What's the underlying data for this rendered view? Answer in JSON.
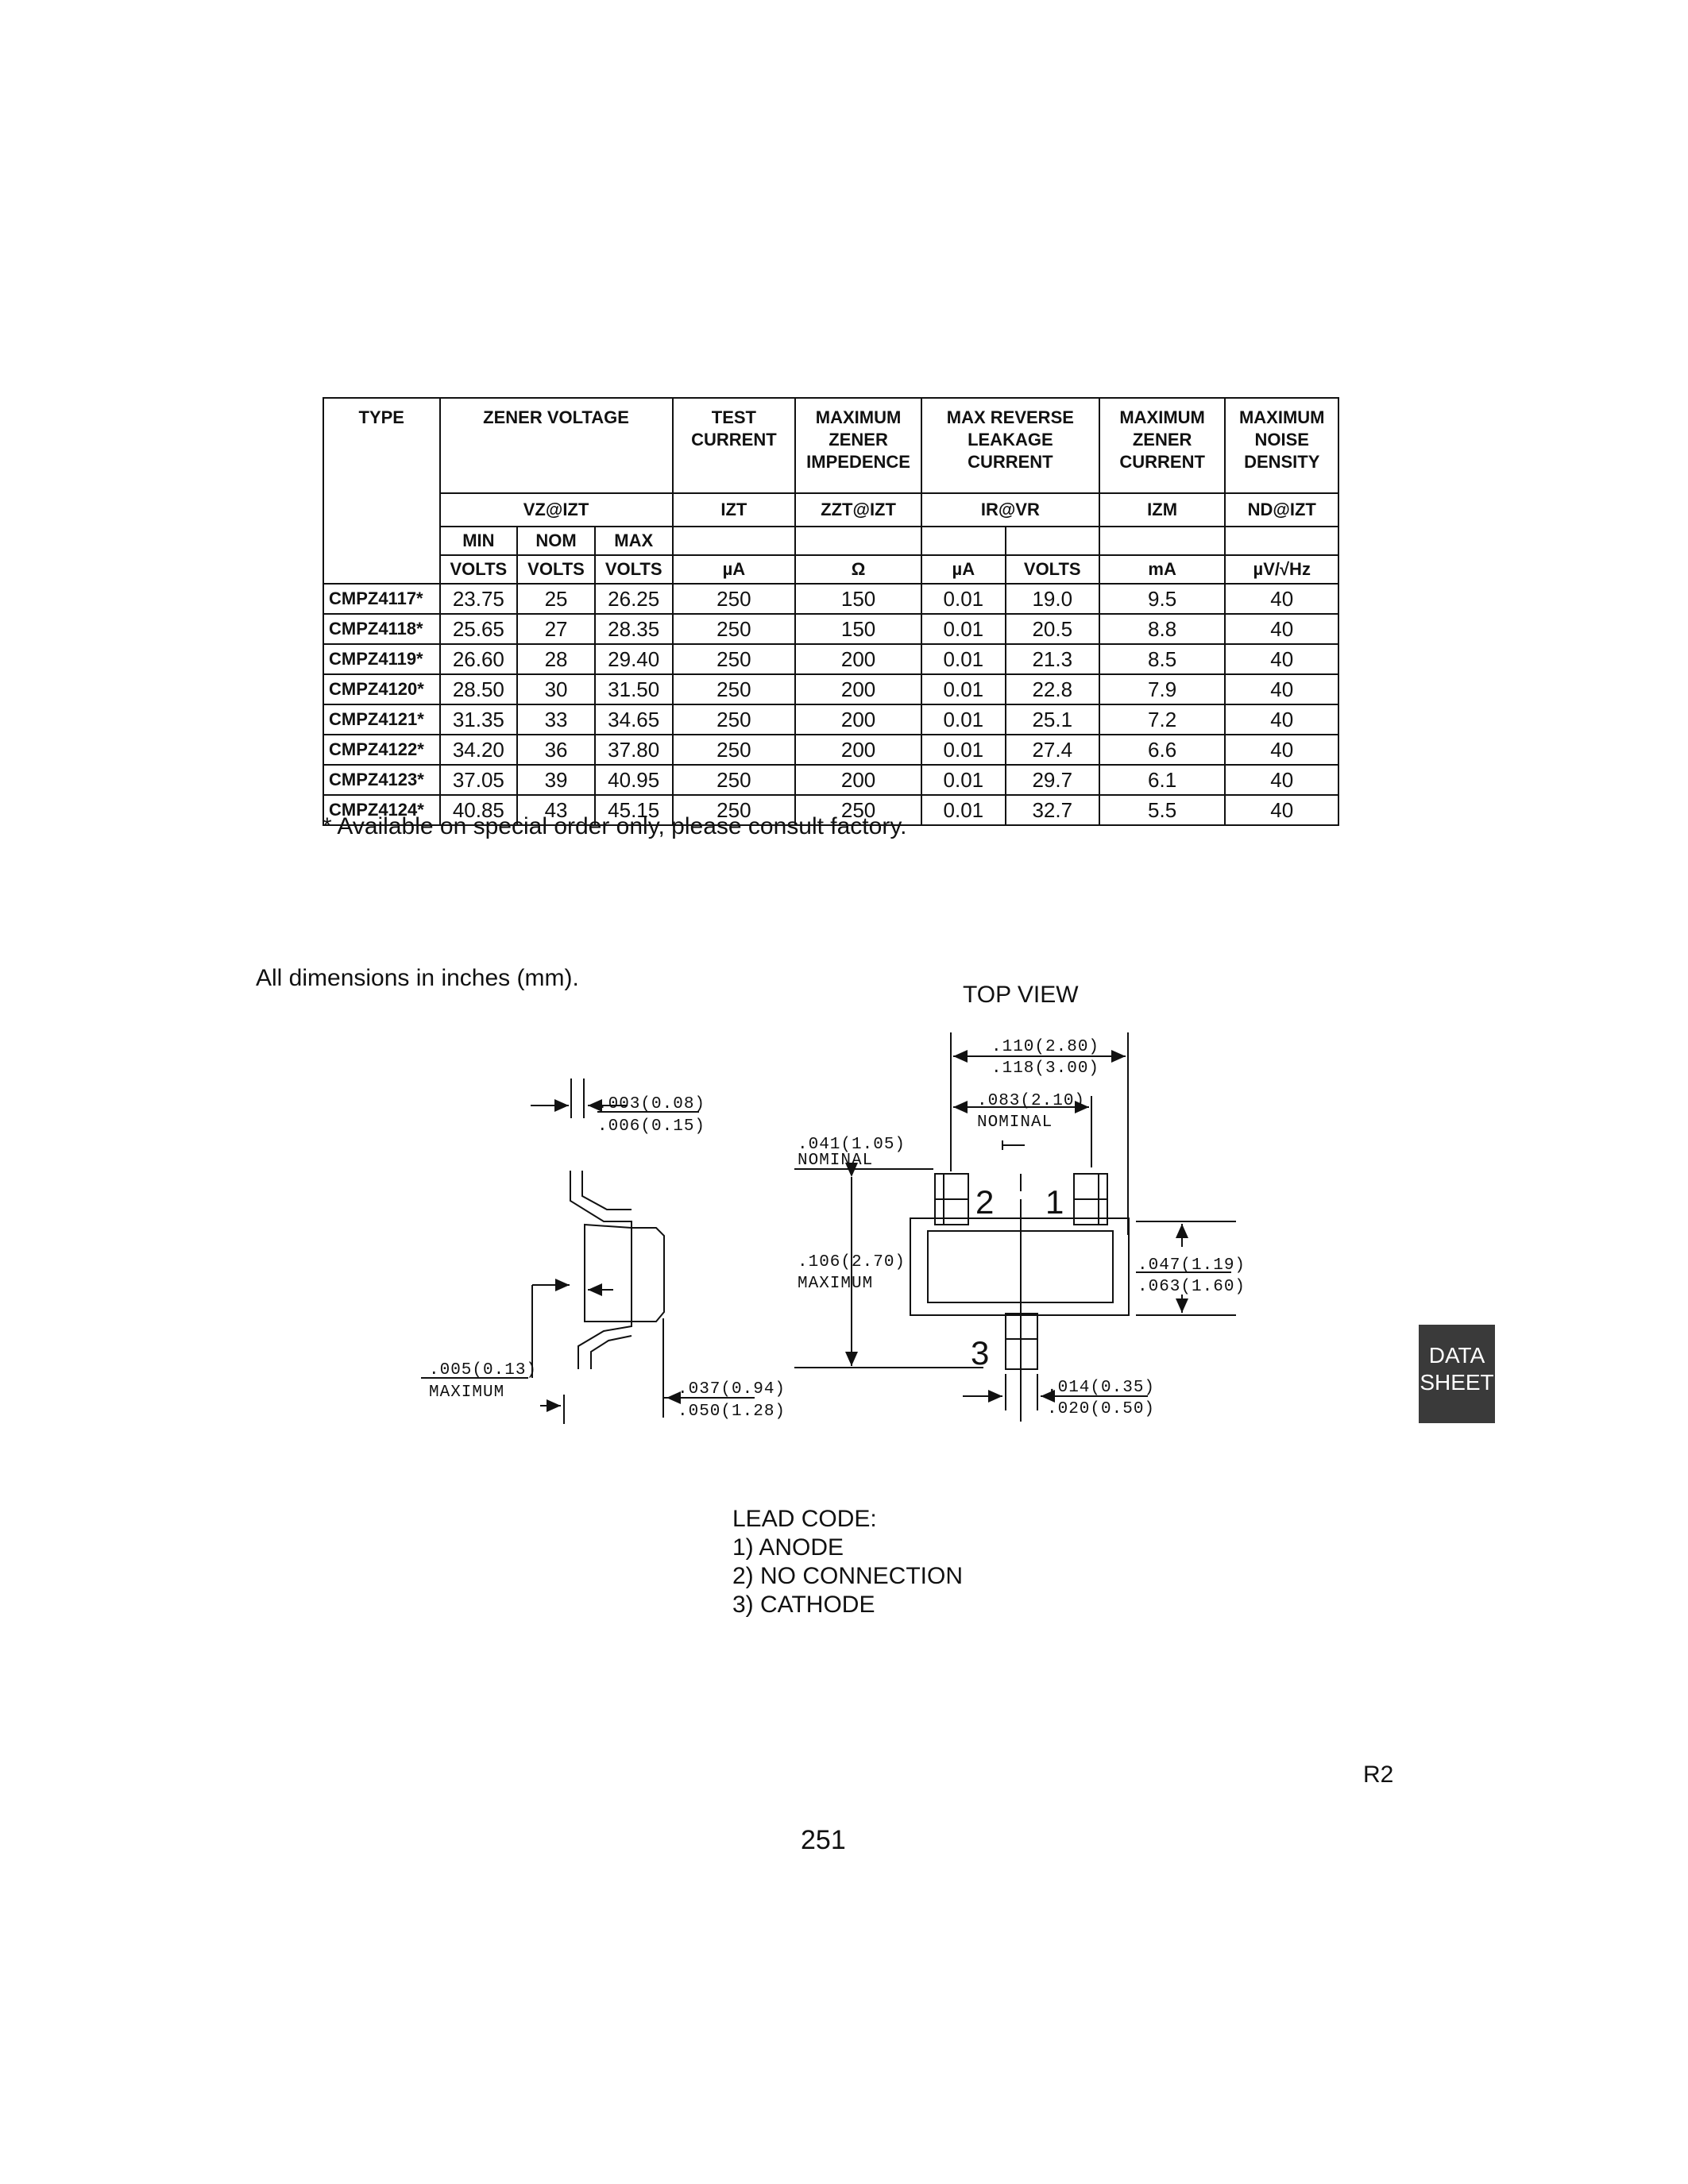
{
  "table": {
    "headers": {
      "type": "TYPE",
      "zener_voltage": "ZENER VOLTAGE",
      "test_current": "TEST CURRENT",
      "max_zener_impedance": "MAXIMUM ZENER IMPEDENCE",
      "max_reverse_leakage": "MAX REVERSE LEAKAGE CURRENT",
      "max_zener_current": "MAXIMUM ZENER CURRENT",
      "max_noise_density": "MAXIMUM NOISE DENSITY"
    },
    "symbols": {
      "vz": "VZ@IZT",
      "izt": "IZT",
      "zzt": "ZZT@IZT",
      "ir": "IR@VR",
      "izm": "IZM",
      "nd": "ND@IZT"
    },
    "subheaders": {
      "min": "MIN",
      "nom": "NOM",
      "max": "MAX"
    },
    "units": {
      "volts_min": "VOLTS",
      "volts_nom": "VOLTS",
      "volts_max": "VOLTS",
      "ua": "µA",
      "ohm": "Ω",
      "ir_ua": "µA",
      "vr_volts": "VOLTS",
      "ma": "mA",
      "noise": "µV/√Hz"
    },
    "rows": [
      {
        "type": "CMPZ4117*",
        "vmin": "23.75",
        "vnom": "25",
        "vmax": "26.25",
        "izt": "250",
        "zzt": "150",
        "ir": "0.01",
        "vr": "19.0",
        "izm": "9.5",
        "nd": "40"
      },
      {
        "type": "CMPZ4118*",
        "vmin": "25.65",
        "vnom": "27",
        "vmax": "28.35",
        "izt": "250",
        "zzt": "150",
        "ir": "0.01",
        "vr": "20.5",
        "izm": "8.8",
        "nd": "40"
      },
      {
        "type": "CMPZ4119*",
        "vmin": "26.60",
        "vnom": "28",
        "vmax": "29.40",
        "izt": "250",
        "zzt": "200",
        "ir": "0.01",
        "vr": "21.3",
        "izm": "8.5",
        "nd": "40"
      },
      {
        "type": "CMPZ4120*",
        "vmin": "28.50",
        "vnom": "30",
        "vmax": "31.50",
        "izt": "250",
        "zzt": "200",
        "ir": "0.01",
        "vr": "22.8",
        "izm": "7.9",
        "nd": "40"
      },
      {
        "type": "CMPZ4121*",
        "vmin": "31.35",
        "vnom": "33",
        "vmax": "34.65",
        "izt": "250",
        "zzt": "200",
        "ir": "0.01",
        "vr": "25.1",
        "izm": "7.2",
        "nd": "40"
      },
      {
        "type": "CMPZ4122*",
        "vmin": "34.20",
        "vnom": "36",
        "vmax": "37.80",
        "izt": "250",
        "zzt": "200",
        "ir": "0.01",
        "vr": "27.4",
        "izm": "6.6",
        "nd": "40"
      },
      {
        "type": "CMPZ4123*",
        "vmin": "37.05",
        "vnom": "39",
        "vmax": "40.95",
        "izt": "250",
        "zzt": "200",
        "ir": "0.01",
        "vr": "29.7",
        "izm": "6.1",
        "nd": "40"
      },
      {
        "type": "CMPZ4124*",
        "vmin": "40.85",
        "vnom": "43",
        "vmax": "45.15",
        "izt": "250",
        "zzt": "250",
        "ir": "0.01",
        "vr": "32.7",
        "izm": "5.5",
        "nd": "40"
      }
    ],
    "footnote": "* Available on special order only, please consult factory."
  },
  "drawing": {
    "dimensions_note": "All dimensions in inches (mm).",
    "top_view": "TOP VIEW",
    "side_labels": {
      "lead_thickness_a": ".003(0.08)",
      "lead_thickness_b": ".006(0.15)",
      "standoff_a": ".005(0.13)",
      "standoff_b": "MAXIMUM",
      "height_a": ".037(0.94)",
      "height_b": ".050(1.28)"
    },
    "top_labels": {
      "overall_a": ".110(2.80)",
      "overall_b": ".118(3.00)",
      "pitch_a": ".083(2.10)",
      "pitch_b": "NOMINAL",
      "lead_spacing_a": ".041(1.05)",
      "lead_spacing_b": "NOMINAL",
      "width_a": ".106(2.70)",
      "width_b": "MAXIMUM",
      "body_a": ".047(1.19)",
      "body_b": ".063(1.60)",
      "lead_width_a": ".014(0.35)",
      "lead_width_b": ".020(0.50)",
      "pin1": "1",
      "pin2": "2",
      "pin3": "3"
    }
  },
  "lead_code": {
    "title": "LEAD CODE:",
    "items": [
      "1) ANODE",
      "2) NO CONNECTION",
      "3) CATHODE"
    ]
  },
  "side_tab": {
    "line1": "DATA",
    "line2": "SHEET"
  },
  "revision": "R2",
  "page_number": "251"
}
